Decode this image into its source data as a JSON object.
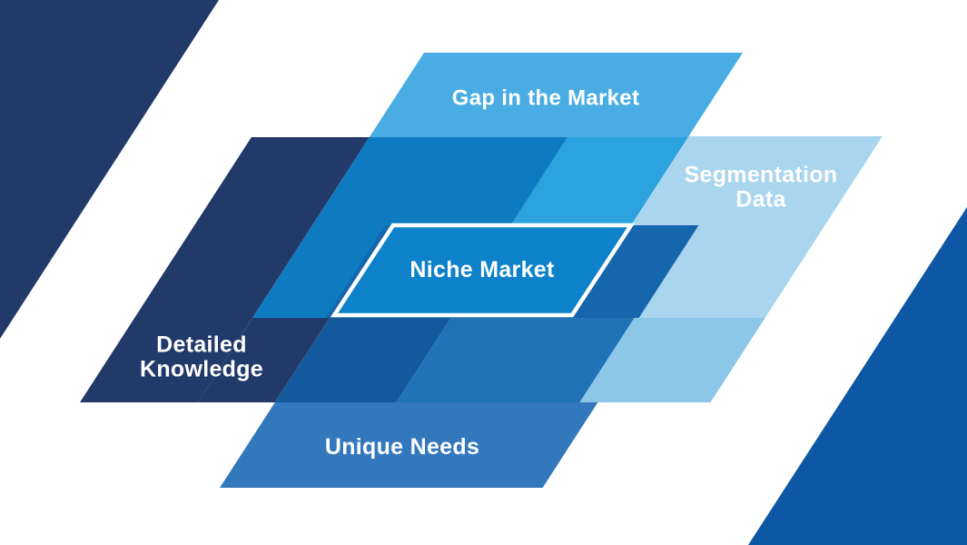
{
  "labels": {
    "gap": "Gap in the Market",
    "segmentation": "Segmentation\nData",
    "detailed": "Detailed\nKnowledge",
    "unique": "Unique Needs",
    "niche": "Niche Market"
  },
  "colors": {
    "navy": "#223a6a",
    "gap_sky": "#49ade3",
    "gap_detailed_overlap": "#0e7bc1",
    "gap_segmentation_overlap": "#2ca2de",
    "segmentation_pale": "#a9d5ef",
    "niche_surround": "#1566ad",
    "niche_fill": "#0d82cb",
    "detailed_unique_overlap": "#14599c",
    "segmentation_unique_overlap": "#2173b8",
    "segmentation_unique_light": "#8cc6e8",
    "unique_blue": "#3378bd",
    "corner_bottom_right_blue": "#0d57a4",
    "label_text": "#ffffff"
  }
}
